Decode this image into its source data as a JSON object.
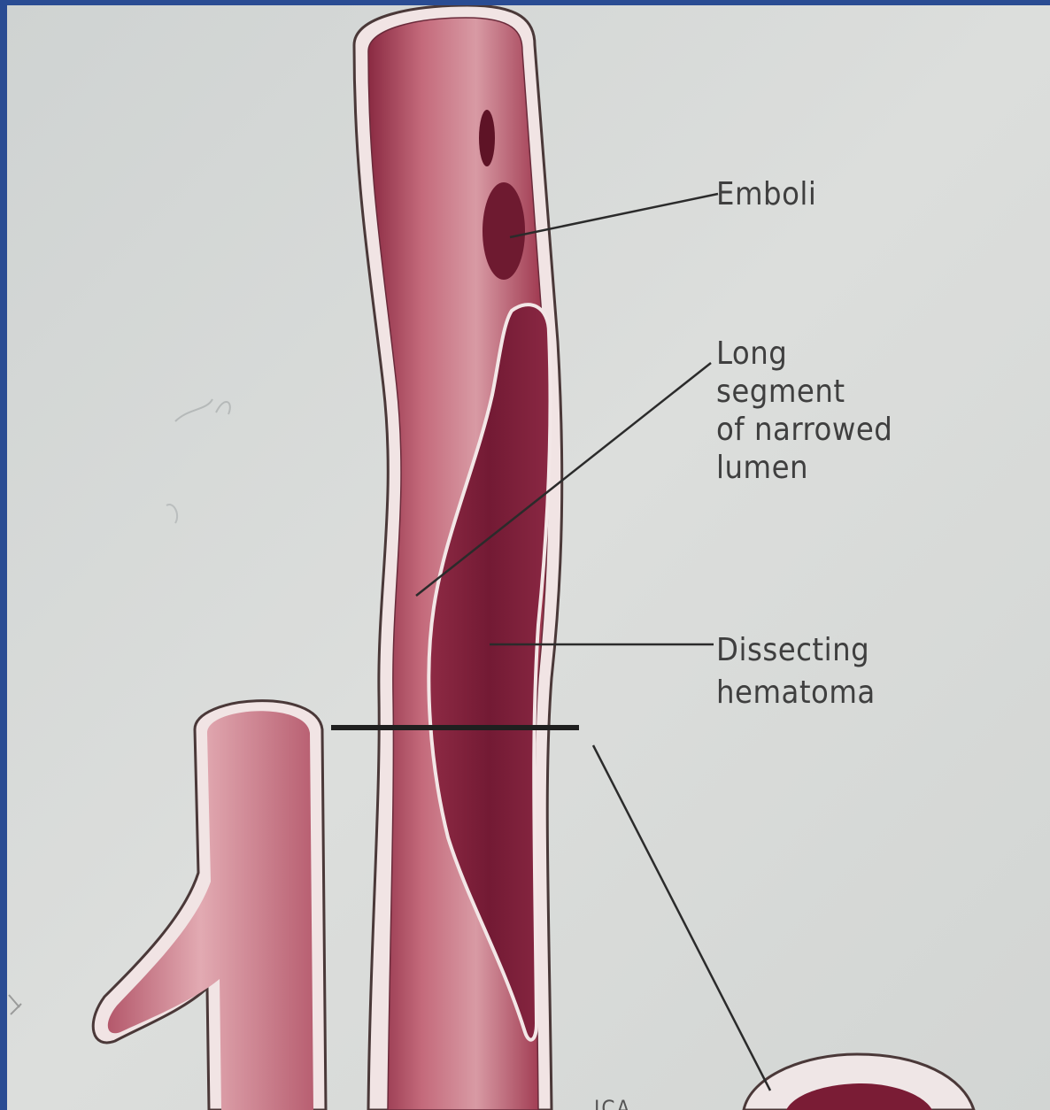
{
  "labels": {
    "emboli": "Emboli",
    "long_segment": "Long\nsegment\nof narrowed\nlumen",
    "dissecting_hematoma": "Dissecting\nhematoma",
    "partial_bottom": "ICA"
  },
  "colors": {
    "frame_border": "#2a4c93",
    "paper": "#d9dcda",
    "vessel_light": "#d4909a",
    "vessel_mid": "#b85a6b",
    "vessel_dark": "#8e2540",
    "hematoma": "#7a1c35",
    "label_text": "#3f3f3f",
    "leader_line": "#2b2b2b"
  }
}
